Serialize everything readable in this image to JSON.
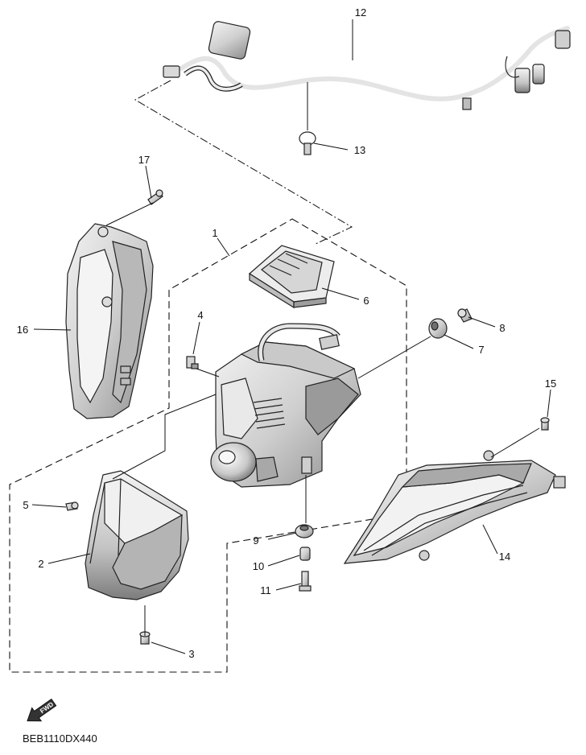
{
  "diagram": {
    "callouts": {
      "c1": "1",
      "c2": "2",
      "c3": "3",
      "c4": "4",
      "c5": "5",
      "c6": "6",
      "c7": "7",
      "c8": "8",
      "c9": "9",
      "c10": "10",
      "c11": "11",
      "c12": "12",
      "c13": "13",
      "c14": "14",
      "c15": "15",
      "c16": "16",
      "c17": "17"
    },
    "fwd_label": "FWD",
    "drawing_code": "BEB1110DX440",
    "colors": {
      "line": "#111111",
      "shade_light": "#e8e8e8",
      "shade_mid": "#c8c8c8",
      "shade_dark": "#9a9a9a"
    }
  }
}
